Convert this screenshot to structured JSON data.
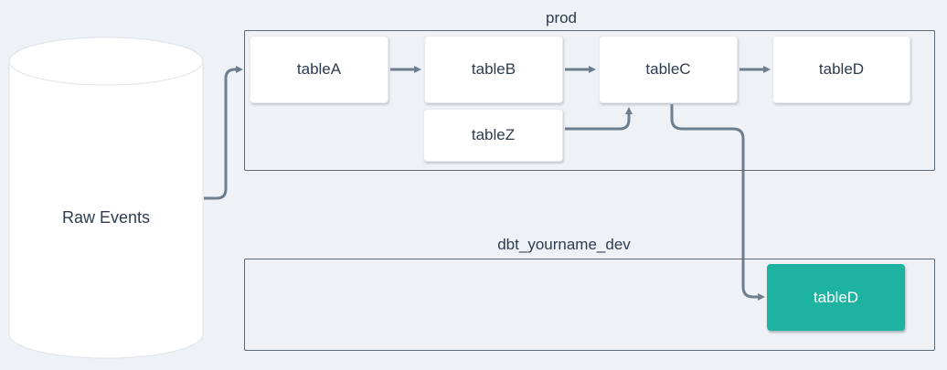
{
  "diagram": {
    "source_node": {
      "label": "Raw Events",
      "shape": "database-cylinder"
    },
    "containers": [
      {
        "id": "prod",
        "label": "prod"
      },
      {
        "id": "dev",
        "label": "dbt_yourname_dev"
      }
    ],
    "nodes": {
      "prod": [
        {
          "id": "tableA",
          "label": "tableA"
        },
        {
          "id": "tableB",
          "label": "tableB"
        },
        {
          "id": "tableC",
          "label": "tableC"
        },
        {
          "id": "tableD",
          "label": "tableD"
        },
        {
          "id": "tableZ",
          "label": "tableZ"
        }
      ],
      "dev": [
        {
          "id": "tableD_dev",
          "label": "tableD",
          "highlighted": true
        }
      ]
    },
    "edges": [
      {
        "from": "raw_events",
        "to": "tableA"
      },
      {
        "from": "tableA",
        "to": "tableB"
      },
      {
        "from": "tableB",
        "to": "tableC"
      },
      {
        "from": "tableC",
        "to": "tableD"
      },
      {
        "from": "tableZ",
        "to": "tableC"
      },
      {
        "from": "tableC",
        "to": "tableD_dev"
      }
    ],
    "colors": {
      "background": "#eef1f5",
      "node_fill": "#ffffff",
      "node_text": "#2e3c4e",
      "container_border": "#5c6a78",
      "connector": "#6e7e8e",
      "highlight_fill": "#1eb2a1",
      "highlight_text": "#ffffff"
    }
  }
}
